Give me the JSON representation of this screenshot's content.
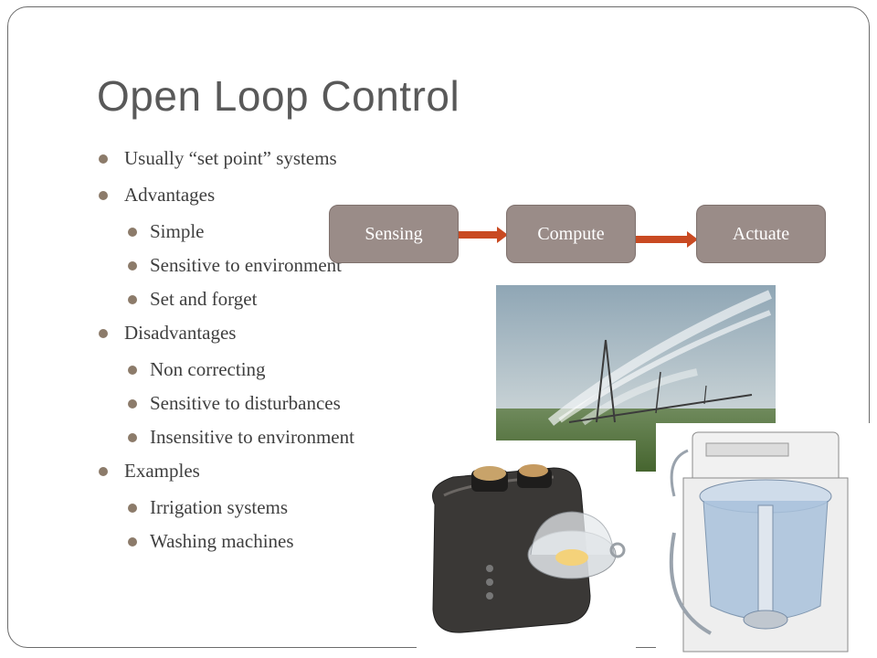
{
  "title": "Open Loop Control",
  "bullets": [
    {
      "text": "Usually “set point” systems",
      "children": []
    },
    {
      "text": "Advantages",
      "children": [
        "Simple",
        "Sensitive to environment",
        "Set and forget"
      ]
    },
    {
      "text": "Disadvantages",
      "children": [
        "Non correcting",
        "Sensitive to disturbances",
        "Insensitive to environment"
      ]
    },
    {
      "text": "Examples",
      "children": [
        "Irrigation systems",
        "Washing machines"
      ]
    }
  ],
  "flow": {
    "steps": [
      "Sensing",
      "Compute",
      "Actuate"
    ]
  },
  "images": {
    "irrigation": "irrigation-sprinkler-photo",
    "washer": "washing-machine-cutaway-diagram",
    "toaster": "egg-and-toast-toaster-photo"
  },
  "colors": {
    "title": "#595959",
    "bullet": "#8c7b6a",
    "flow_box": "#9a8c88",
    "arrow": "#c94a22"
  }
}
